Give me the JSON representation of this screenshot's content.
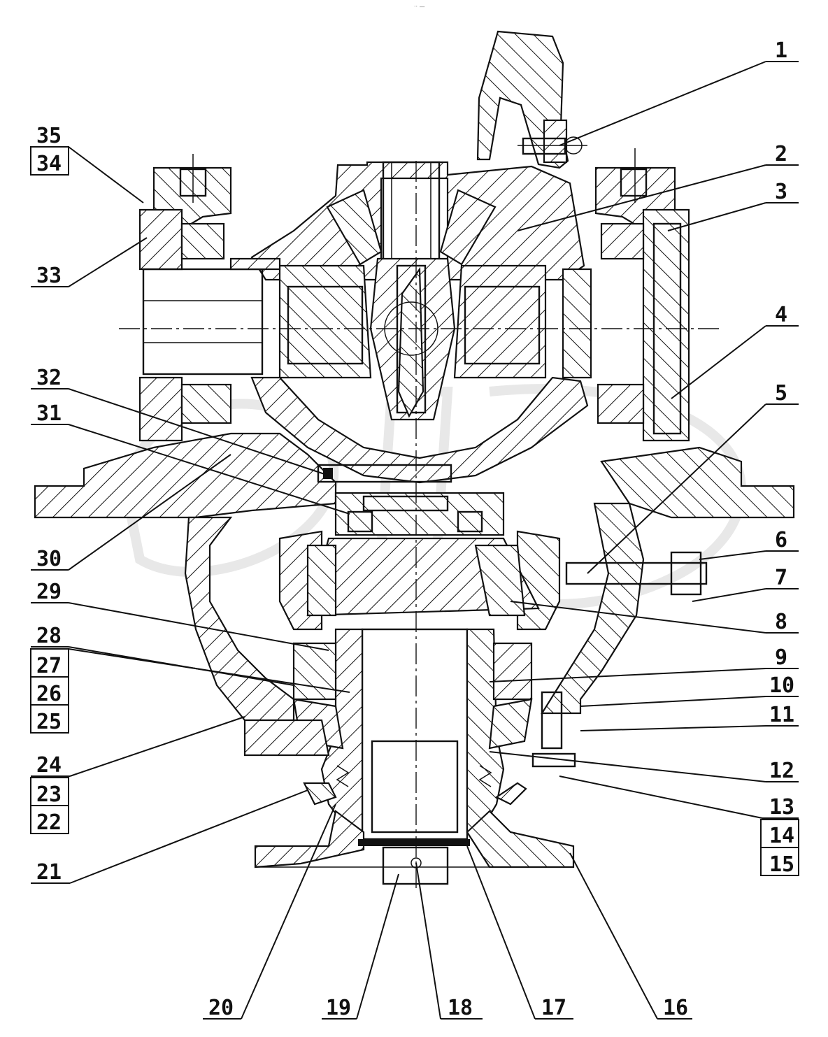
{
  "diagram": {
    "top_mark": "·· —",
    "callouts": [
      {
        "id": "1",
        "label": "1"
      },
      {
        "id": "2",
        "label": "2"
      },
      {
        "id": "3",
        "label": "3"
      },
      {
        "id": "4",
        "label": "4"
      },
      {
        "id": "5",
        "label": "5"
      },
      {
        "id": "6",
        "label": "6"
      },
      {
        "id": "7",
        "label": "7"
      },
      {
        "id": "8",
        "label": "8"
      },
      {
        "id": "9",
        "label": "9"
      },
      {
        "id": "10",
        "label": "10"
      },
      {
        "id": "11",
        "label": "11"
      },
      {
        "id": "12",
        "label": "12"
      },
      {
        "id": "13",
        "label": "13"
      },
      {
        "id": "14",
        "label": "14"
      },
      {
        "id": "15",
        "label": "15"
      },
      {
        "id": "16",
        "label": "16"
      },
      {
        "id": "17",
        "label": "17"
      },
      {
        "id": "18",
        "label": "18"
      },
      {
        "id": "19",
        "label": "19"
      },
      {
        "id": "20",
        "label": "20"
      },
      {
        "id": "21",
        "label": "21"
      },
      {
        "id": "22",
        "label": "22"
      },
      {
        "id": "23",
        "label": "23"
      },
      {
        "id": "24",
        "label": "24"
      },
      {
        "id": "25",
        "label": "25"
      },
      {
        "id": "26",
        "label": "26"
      },
      {
        "id": "27",
        "label": "27"
      },
      {
        "id": "28",
        "label": "28"
      },
      {
        "id": "29",
        "label": "29"
      },
      {
        "id": "30",
        "label": "30"
      },
      {
        "id": "31",
        "label": "31"
      },
      {
        "id": "32",
        "label": "32"
      },
      {
        "id": "33",
        "label": "33"
      },
      {
        "id": "34",
        "label": "34"
      },
      {
        "id": "35",
        "label": "35"
      }
    ]
  }
}
